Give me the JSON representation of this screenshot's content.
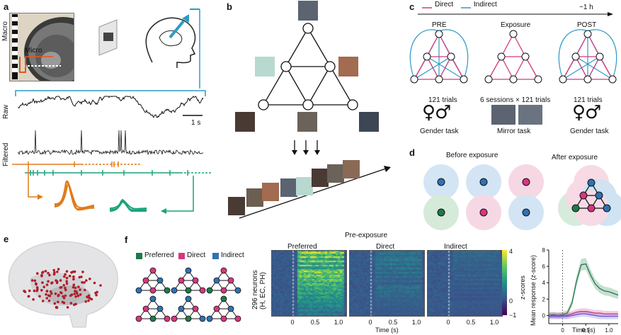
{
  "panel_labels": {
    "a": "a",
    "b": "b",
    "c": "c",
    "d": "d",
    "e": "e",
    "f": "f"
  },
  "panel_a": {
    "macro_label": "Macro",
    "micro_label": "Micro",
    "raw_label": "Raw",
    "filtered_label": "Filtered",
    "scale_label": "1 s"
  },
  "panel_c": {
    "legend_direct": "Direct",
    "legend_indirect": "Indirect",
    "time_label": "~1 h",
    "pre_title": "PRE",
    "exposure_title": "Exposure",
    "post_title": "POST",
    "pre_trials": "121 trials",
    "exposure_trials": "6 sessions × 121 trials",
    "post_trials": "121 trials",
    "pre_symbols": "♀♂",
    "post_symbols": "♀♂",
    "pre_task": "Gender task",
    "exposure_task": "Mirror task",
    "post_task": "Gender task",
    "colors": {
      "direct": "#d6377f",
      "indirect": "#2b9bc4"
    }
  },
  "panel_d": {
    "before_title": "Before exposure",
    "after_title": "After exposure"
  },
  "panel_f": {
    "legend_preferred": "Preferred",
    "legend_direct": "Direct",
    "legend_indirect": "Indirect",
    "top_title": "Pre-exposure",
    "hm_titles": [
      "Preferred",
      "Direct",
      "Indirect"
    ],
    "ylabel": "296 neurons\n(H, EC, PH)",
    "ylabel_line1": "296 neurons",
    "ylabel_line2": "(H, EC, PH)",
    "xlabel": "Time (s)",
    "xticks": [
      "0",
      "0.5",
      "1.0"
    ],
    "colorbar_label": "z-scores",
    "colorbar_ticks": [
      "4",
      "0",
      "−1"
    ],
    "colors": {
      "preferred": "#1e7a4a",
      "direct": "#d6377f",
      "indirect": "#2f72b5"
    }
  },
  "chart_data": {
    "type": "line",
    "ylabel": "Mean response (z-score)",
    "xlabel": "Time (s)",
    "x_ticks": [
      "0",
      "0.5",
      "1.0"
    ],
    "y_ticks": [
      "0",
      "2",
      "4",
      "6",
      "8"
    ],
    "ylim": [
      -1,
      8
    ],
    "xlim": [
      -0.3,
      1.2
    ],
    "x": [
      -0.3,
      -0.2,
      -0.1,
      0,
      0.1,
      0.2,
      0.3,
      0.4,
      0.5,
      0.6,
      0.7,
      0.8,
      0.9,
      1.0,
      1.1,
      1.2
    ],
    "series": [
      {
        "values": [
          0,
          0.1,
          0,
          0.1,
          0.3,
          1.5,
          4.2,
          6.2,
          6.3,
          5.0,
          3.9,
          3.3,
          3.0,
          2.9,
          2.7,
          2.5
        ],
        "color": "#1e7a4a"
      },
      {
        "values": [
          0,
          0,
          0,
          0,
          0,
          0.2,
          0.4,
          0.5,
          0.5,
          0.4,
          0.3,
          0.3,
          0.2,
          0.2,
          0.2,
          0.2
        ],
        "color": "#d6377f"
      },
      {
        "values": [
          -0.1,
          -0.1,
          -0.1,
          -0.1,
          -0.1,
          0.0,
          0.1,
          0.2,
          0.2,
          0.1,
          0.0,
          -0.1,
          -0.1,
          -0.1,
          -0.1,
          -0.1
        ],
        "color": "#6a5bd6"
      }
    ]
  }
}
